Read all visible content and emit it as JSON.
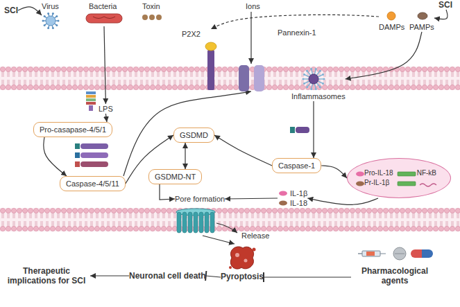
{
  "diagram": {
    "nodes": [
      {
        "text": [
          "SCI"
        ]
      },
      {
        "text": [
          "Virus"
        ]
      },
      {
        "text": [
          "Bacteria"
        ]
      },
      {
        "text": [
          "Toxin"
        ]
      },
      {
        "text": [
          "P2X2"
        ]
      },
      {
        "text": [
          "Pannexin-1"
        ]
      },
      {
        "text": [
          "DAMPs"
        ]
      },
      {
        "text": [
          "PAMPs"
        ]
      },
      {
        "text": [
          "SCI"
        ]
      },
      {
        "text": [
          "LPS"
        ]
      },
      {
        "text": [
          "Inflammasomes"
        ]
      },
      {
        "text": [
          "Pro-casapase-4/5/1"
        ]
      },
      {
        "text": [
          "GSDMD"
        ]
      },
      {
        "text": [
          "Caspase-1"
        ]
      },
      {
        "text": [
          "Caspase-4/5/11"
        ]
      },
      {
        "text": [
          "GSDMD-NT"
        ]
      },
      {
        "text": [
          "Pro-IL-18",
          "NF-kB",
          "Pr-IL-1β"
        ]
      },
      {
        "text": [
          "IL-1β",
          "IL-18"
        ]
      },
      {
        "text": [
          "Pore formation"
        ]
      },
      {
        "text": [
          "Pyroptosis"
        ]
      },
      {
        "text": [
          "Neuronal cell death"
        ]
      },
      {
        "text": [
          "Therapeutic implications for SCI"
        ]
      },
      {
        "text": [
          "Pharmacological agents"
        ]
      }
    ],
    "edges": [
      {
        "from": 0,
        "to": 1,
        "arrow": "to"
      },
      {
        "from": 2,
        "to": 9,
        "arrow": "to"
      },
      {
        "from": 9,
        "to": 11,
        "arrow": "to"
      },
      {
        "from": 11,
        "to": 14,
        "arrow": "to"
      },
      {
        "from": 14,
        "to": 5,
        "arrow": "to"
      },
      {
        "from": 14,
        "to": 12,
        "arrow": "to"
      },
      {
        "from": 6,
        "to": 4,
        "arrow": "to"
      },
      {
        "from": 8,
        "to": 7,
        "arrow": "to"
      },
      {
        "from": 7,
        "to": 10,
        "arrow": "to"
      },
      {
        "from": 10,
        "to": 13,
        "arrow": "to"
      },
      {
        "from": 13,
        "to": 12,
        "arrow": "to"
      },
      {
        "from": 13,
        "to": 16,
        "arrow": "to"
      },
      {
        "from": 12,
        "to": 15,
        "arrow": "both"
      },
      {
        "from": 15,
        "to": 18,
        "arrow": "to"
      },
      {
        "from": 16,
        "to": 17,
        "arrow": "to"
      },
      {
        "from": 17,
        "to": 18,
        "arrow": "to"
      },
      {
        "from": 18,
        "to": 19,
        "arrow": "to"
      },
      {
        "from": 19,
        "to": 20,
        "arrow": "to"
      },
      {
        "from": 20,
        "to": 21,
        "arrow": "to"
      },
      {
        "from": 22,
        "to": 19,
        "arrow": "to"
      }
    ],
    "labels": [
      "Ions",
      "Release"
    ]
  }
}
